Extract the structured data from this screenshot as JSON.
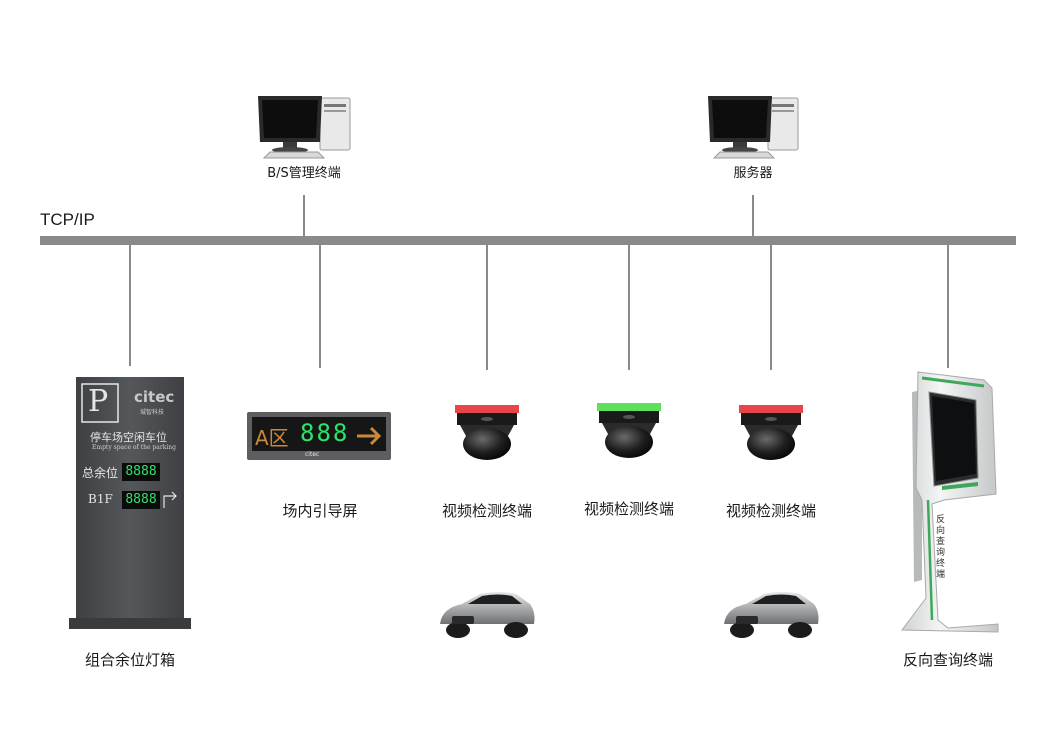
{
  "network": {
    "label": "TCP/IP"
  },
  "nodes": {
    "bs_terminal": {
      "label": "B/S管理终端"
    },
    "server": {
      "label": "服务器"
    },
    "combo_sign": {
      "label": "组合余位灯箱",
      "brand": "citec",
      "brand_sub": "城智科技",
      "parking_symbol": "P",
      "title_cn": "停车场空闲车位",
      "title_en": "Empty space of the parking",
      "row1_label": "总余位",
      "row1_value": "8888",
      "row2_label": "B1F",
      "row2_value": "8888"
    },
    "guide_screen": {
      "label": "场内引导屏",
      "zone": "A区",
      "value": "888",
      "brand": "citec"
    },
    "video_terminals": [
      {
        "label": "视频检测终端",
        "light": "#e8454a"
      },
      {
        "label": "视频检测终端",
        "light": "#5fe05a"
      },
      {
        "label": "视频检测终端",
        "light": "#e8454a"
      }
    ],
    "query_terminal": {
      "label": "反向查询终端",
      "side_text": "反向查询终端"
    }
  },
  "colors": {
    "bus": "#8a8a8a",
    "sign_body": "#4a4c4f",
    "kiosk_green": "#3fa75a"
  }
}
